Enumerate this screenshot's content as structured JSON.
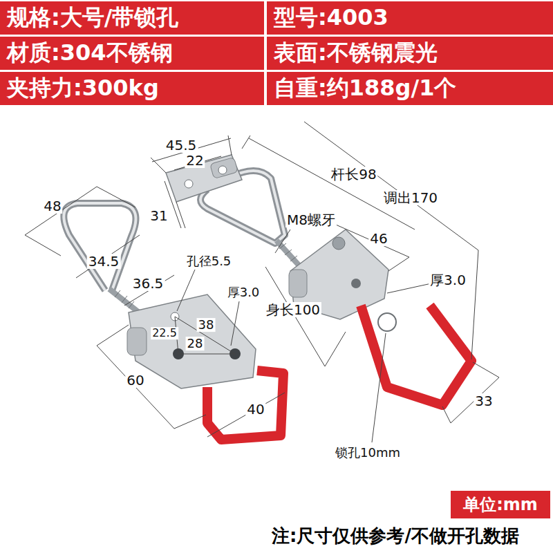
{
  "diagram": {
    "nodes": [
      {
        "text": [
          "规格:大号/带锁孔"
        ]
      },
      {
        "text": [
          "型号:4003"
        ]
      },
      {
        "text": [
          "材质:304不锈钢"
        ]
      },
      {
        "text": [
          "表面:不锈钢震光"
        ]
      },
      {
        "text": [
          "夹持力:300kg"
        ]
      },
      {
        "text": [
          "自重:约188g/1个"
        ]
      },
      {
        "text": [
          "单位:mm"
        ]
      }
    ],
    "labels": [
      "45.5",
      "22",
      "31",
      "杆长98",
      "调出170",
      "M8螺牙",
      "46",
      "厚3.0",
      "身长100",
      "33",
      "锁孔10mm",
      "48",
      "34.5",
      "36.5",
      "孔径5.5",
      "厚3.0",
      "38",
      "22.5",
      "28",
      "60",
      "40",
      "注:尺寸仅供参考/不做开孔数据"
    ]
  }
}
